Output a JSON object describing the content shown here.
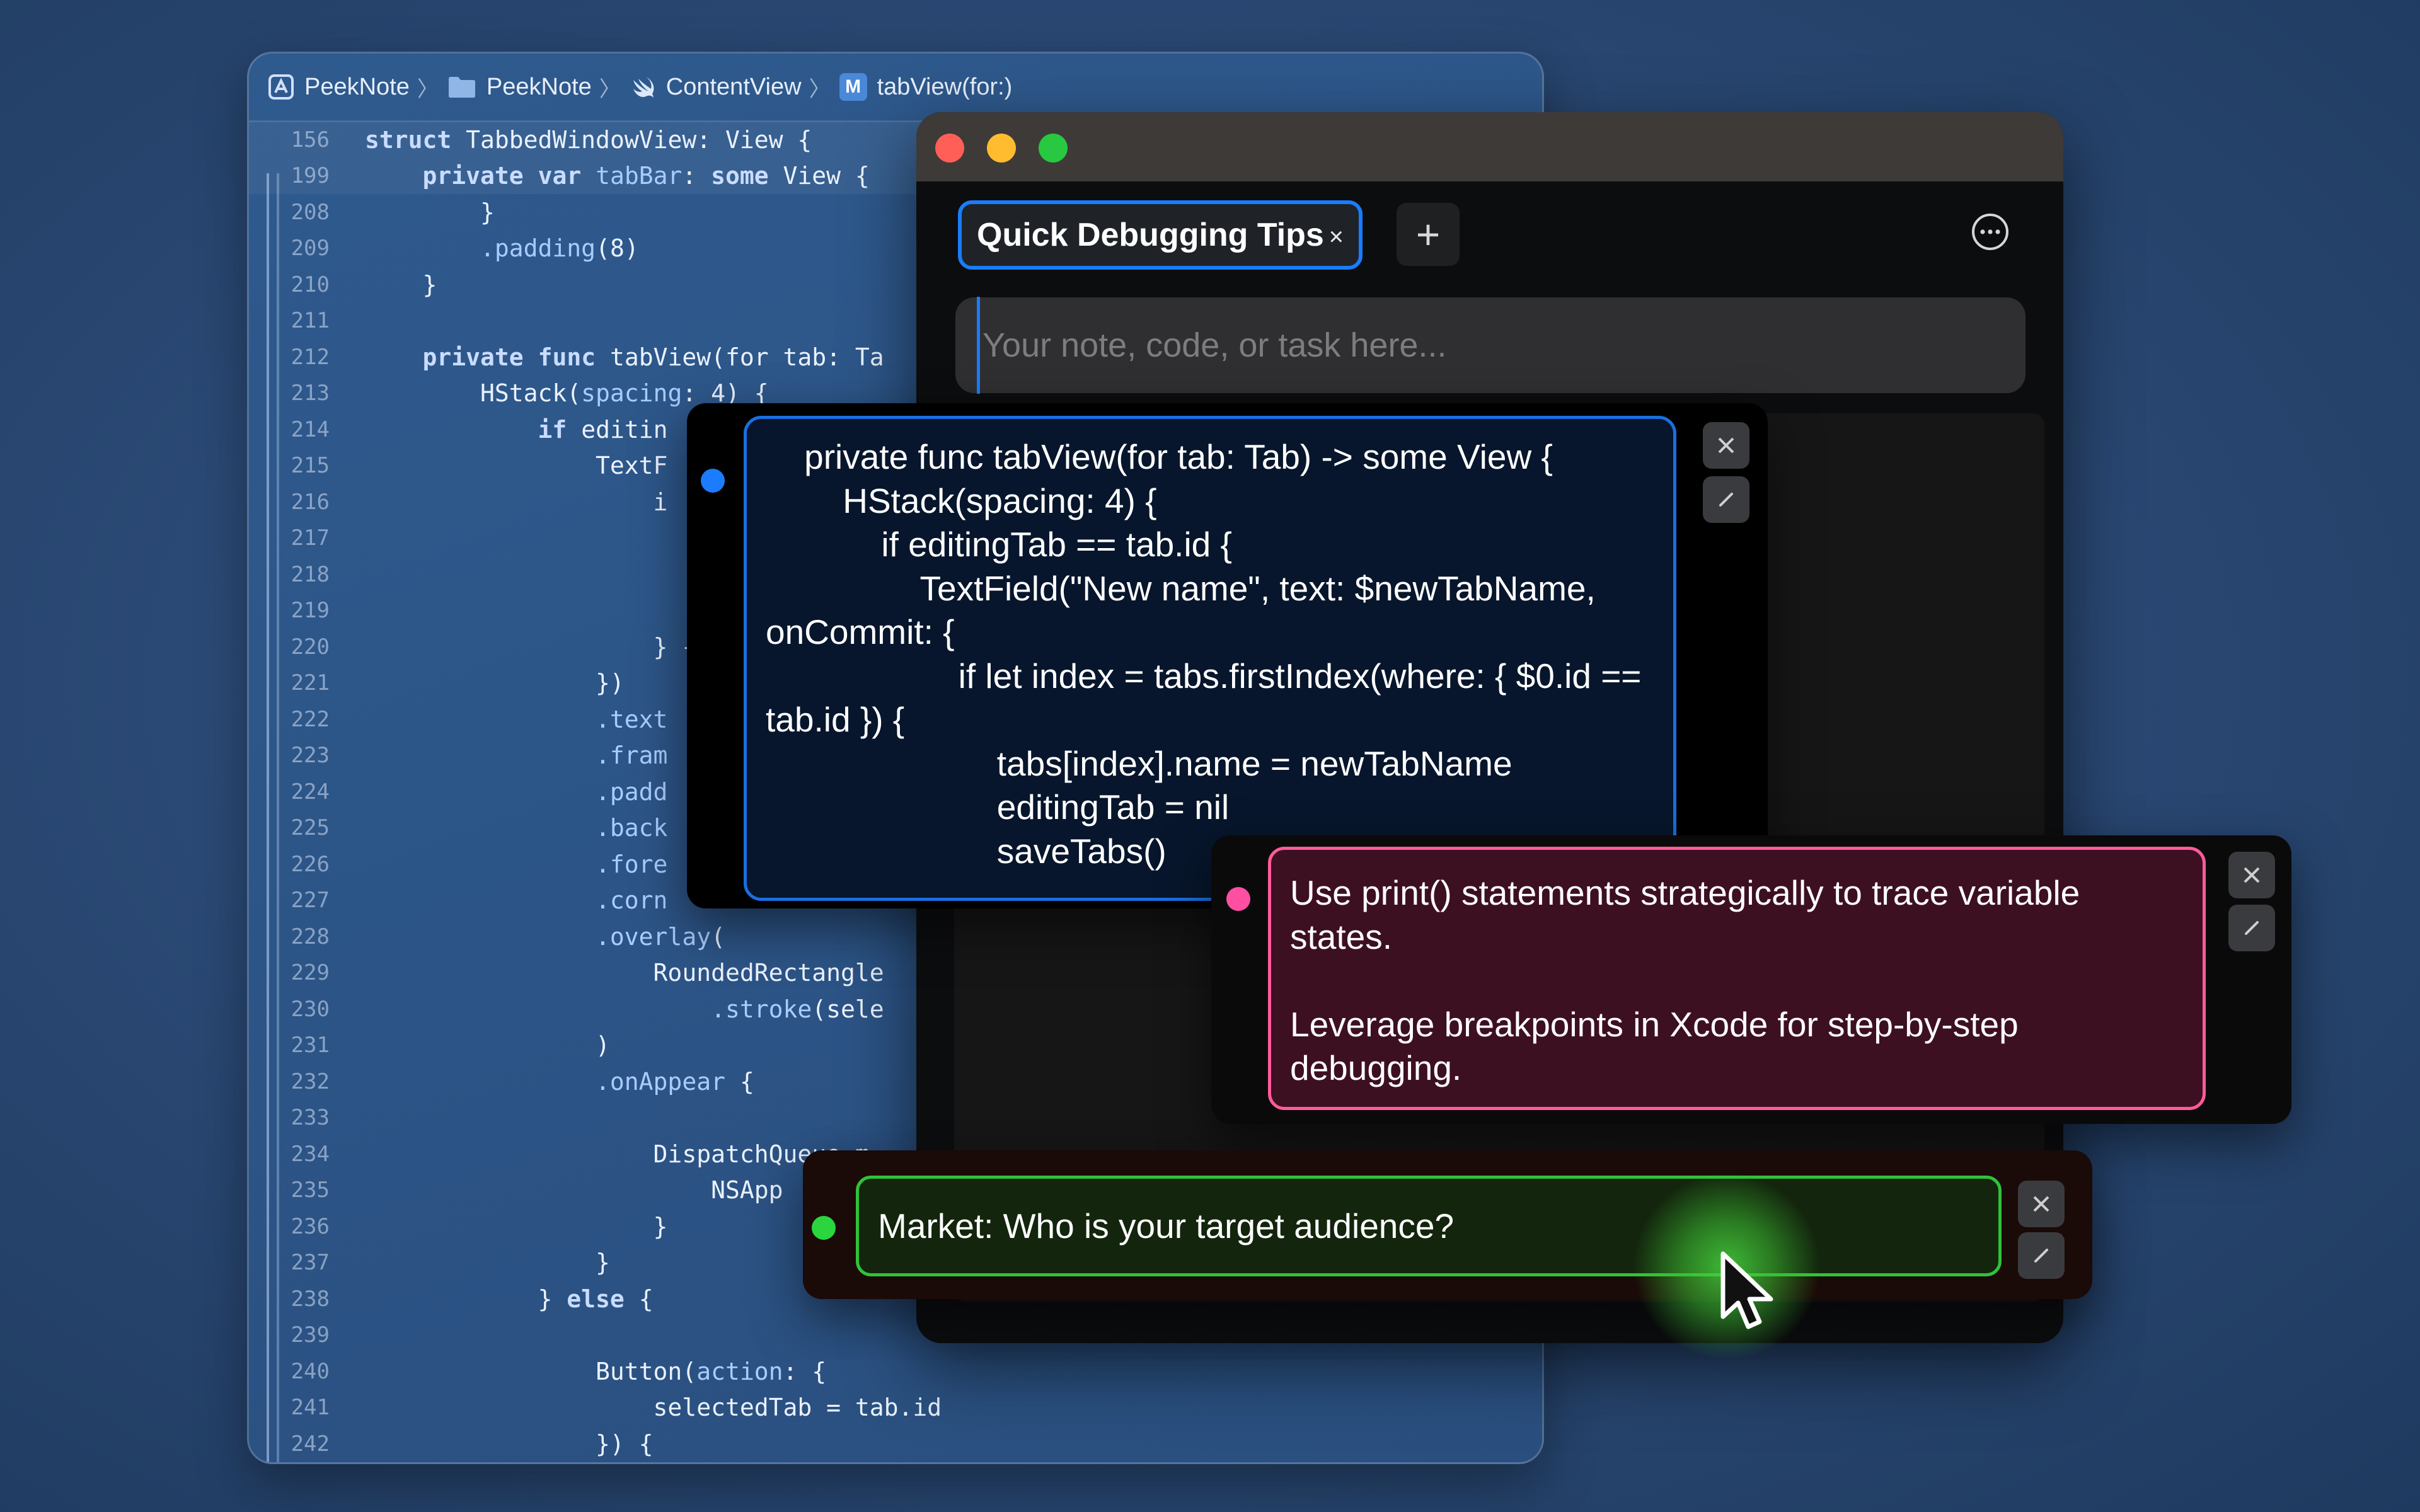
{
  "editor": {
    "breadcrumbs": [
      "PeekNote",
      "PeekNote",
      "ContentView",
      "tabView(for:)"
    ],
    "method_badge": "M",
    "lines": [
      {
        "n": "156",
        "t": "struct TabbedWindowView: View {"
      },
      {
        "n": "199",
        "t": "    private var tabBar: some View {"
      },
      {
        "n": "208",
        "t": "        }"
      },
      {
        "n": "209",
        "t": "        .padding(8)"
      },
      {
        "n": "210",
        "t": "    }"
      },
      {
        "n": "211",
        "t": ""
      },
      {
        "n": "212",
        "t": "    private func tabView(for tab: Ta"
      },
      {
        "n": "213",
        "t": "        HStack(spacing: 4) {"
      },
      {
        "n": "214",
        "t": "            if editin"
      },
      {
        "n": "215",
        "t": "                TextF"
      },
      {
        "n": "216",
        "t": "                    i"
      },
      {
        "n": "217",
        "t": ""
      },
      {
        "n": "218",
        "t": ""
      },
      {
        "n": "219",
        "t": ""
      },
      {
        "n": "220",
        "t": "                    } {"
      },
      {
        "n": "221",
        "t": "                })"
      },
      {
        "n": "222",
        "t": "                .text"
      },
      {
        "n": "223",
        "t": "                .fram"
      },
      {
        "n": "224",
        "t": "                .padd"
      },
      {
        "n": "225",
        "t": "                .back"
      },
      {
        "n": "226",
        "t": "                .fore"
      },
      {
        "n": "227",
        "t": "                .corn"
      },
      {
        "n": "228",
        "t": "                .overlay("
      },
      {
        "n": "229",
        "t": "                    RoundedRectangle"
      },
      {
        "n": "230",
        "t": "                        .stroke(sele"
      },
      {
        "n": "231",
        "t": "                )"
      },
      {
        "n": "232",
        "t": "                .onAppear {"
      },
      {
        "n": "233",
        "t": ""
      },
      {
        "n": "234",
        "t": "                    DispatchQueue.m"
      },
      {
        "n": "235",
        "t": "                        NSApp"
      },
      {
        "n": "236",
        "t": "                    }"
      },
      {
        "n": "237",
        "t": "                }"
      },
      {
        "n": "238",
        "t": "            } else {"
      },
      {
        "n": "239",
        "t": ""
      },
      {
        "n": "240",
        "t": "                Button(action: {"
      },
      {
        "n": "241",
        "t": "                    selectedTab = tab.id"
      },
      {
        "n": "242",
        "t": "                }) {"
      }
    ]
  },
  "app": {
    "tab_label": "Quick Debugging Tips",
    "tab_close": "×",
    "add_tab": "+",
    "input_placeholder": "Your note, code, or task here...",
    "input_value": ""
  },
  "notes": [
    {
      "color": "#1b7cff",
      "text": "    private func tabView(for tab: Tab) -> some View {\n        HStack(spacing: 4) {\n            if editingTab == tab.id {\n                TextField(\"New name\", text: $newTabName, onCommit: {\n                    if let index = tabs.firstIndex(where: { $0.id == tab.id }) {\n                        tabs[index].name = newTabName\n                        editingTab = nil\n                        saveTabs()"
    },
    {
      "color": "#ff4fa3",
      "text": "Use print() statements strategically to trace variable states.\n\nLeverage breakpoints in Xcode for step-by-step debugging."
    },
    {
      "color": "#2bd53d",
      "text": "Market: Who is your target audience?"
    }
  ],
  "icons": {
    "delete": "close-icon",
    "edit": "pencil-icon",
    "more": "ellipsis-circle-icon"
  }
}
